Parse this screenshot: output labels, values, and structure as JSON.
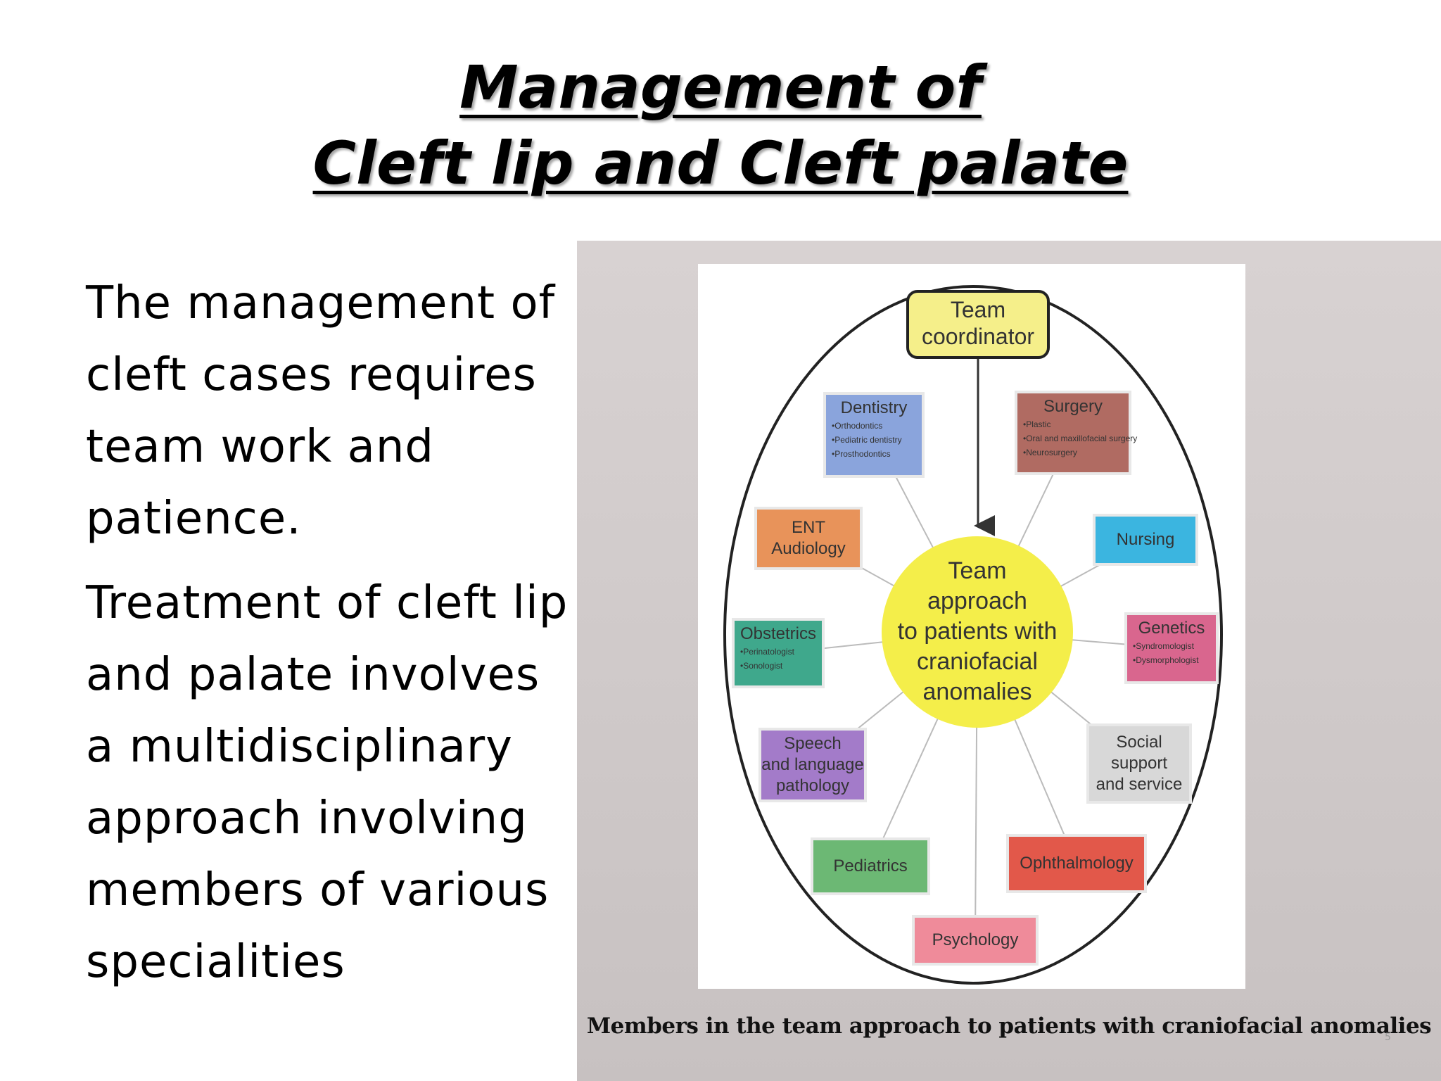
{
  "slide": {
    "title_line1": "Management of",
    "title_line2": " Cleft lip and Cleft palate",
    "paragraph1": "The management of cleft cases requires team work and patience.",
    "paragraph2": "Treatment of cleft lip and palate involves a multidisciplinary approach involving members of various specialities"
  },
  "diagram": {
    "coordinator": [
      "Team",
      "coordinator"
    ],
    "center": [
      "Team",
      "approach",
      "to patients with",
      "craniofacial",
      "anomalies"
    ],
    "nodes": [
      {
        "id": "dentistry",
        "title": "Dentistry",
        "items": [
          "Orthodontics",
          "Pediatric dentistry",
          "Prosthodontics"
        ],
        "color": "#8aa4dc"
      },
      {
        "id": "surgery",
        "title": "Surgery",
        "items": [
          "Plastic",
          "Oral and maxillofacial surgery",
          "Neurosurgery"
        ],
        "color": "#b06b62"
      },
      {
        "id": "ent",
        "title": "ENT Audiology",
        "items": [],
        "color": "#e8935a"
      },
      {
        "id": "nursing",
        "title": "Nursing",
        "items": [],
        "color": "#3bb5e0"
      },
      {
        "id": "obstetrics",
        "title": "Obstetrics",
        "items": [
          "Perinatologist",
          "Sonologist"
        ],
        "color": "#3fa88c"
      },
      {
        "id": "genetics",
        "title": "Genetics",
        "items": [
          "Syndromologist",
          "Dysmorphologist"
        ],
        "color": "#d9668e"
      },
      {
        "id": "speech",
        "title": "Speech and language pathology",
        "items": [],
        "color": "#a37bc9"
      },
      {
        "id": "social",
        "title": "Social support and service",
        "items": [],
        "color": "#d8d8d8"
      },
      {
        "id": "pediatrics",
        "title": "Pediatrics",
        "items": [],
        "color": "#6cb874"
      },
      {
        "id": "ophthalmology",
        "title": "Ophthalmology",
        "items": [],
        "color": "#e2584a"
      },
      {
        "id": "psychology",
        "title": "Psychology",
        "items": [],
        "color": "#ef8b9a"
      }
    ],
    "caption": "Members in the team approach to patients with craniofacial anomalies",
    "page_number": "5"
  }
}
